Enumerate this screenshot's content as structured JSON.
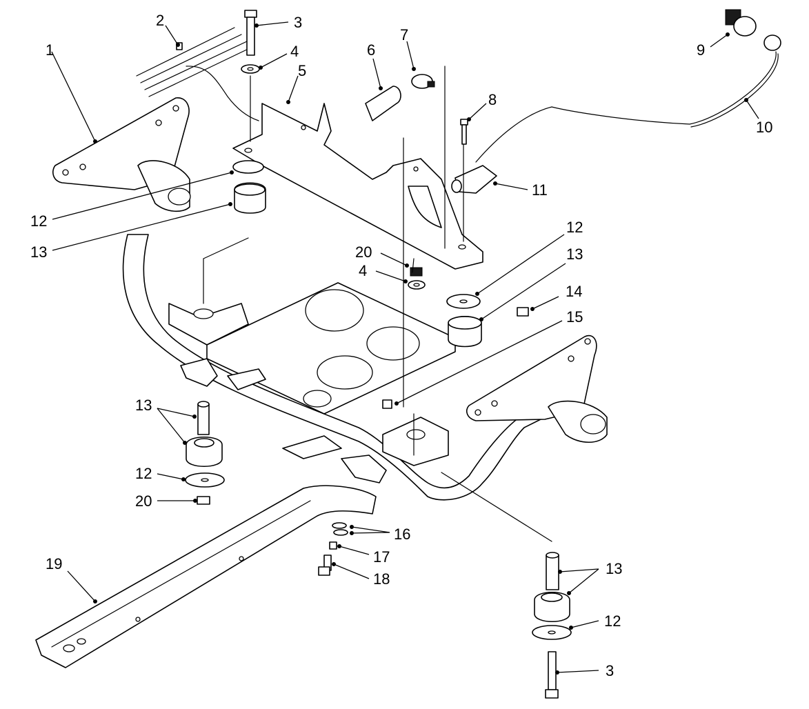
{
  "callouts": [
    {
      "id": "c1",
      "text": "1"
    },
    {
      "id": "c2",
      "text": "2"
    },
    {
      "id": "c3a",
      "text": "3"
    },
    {
      "id": "c4a",
      "text": "4"
    },
    {
      "id": "c5",
      "text": "5"
    },
    {
      "id": "c6",
      "text": "6"
    },
    {
      "id": "c7",
      "text": "7"
    },
    {
      "id": "c8",
      "text": "8"
    },
    {
      "id": "c9",
      "text": "9"
    },
    {
      "id": "c10",
      "text": "10"
    },
    {
      "id": "c11",
      "text": "11"
    },
    {
      "id": "c12a",
      "text": "12"
    },
    {
      "id": "c13a",
      "text": "13"
    },
    {
      "id": "c12b",
      "text": "12"
    },
    {
      "id": "c13b",
      "text": "13"
    },
    {
      "id": "c20a",
      "text": "20"
    },
    {
      "id": "c4b",
      "text": "4"
    },
    {
      "id": "c14",
      "text": "14"
    },
    {
      "id": "c15",
      "text": "15"
    },
    {
      "id": "c13c",
      "text": "13"
    },
    {
      "id": "c12c",
      "text": "12"
    },
    {
      "id": "c20b",
      "text": "20"
    },
    {
      "id": "c16",
      "text": "16"
    },
    {
      "id": "c17",
      "text": "17"
    },
    {
      "id": "c18",
      "text": "18"
    },
    {
      "id": "c19",
      "text": "19"
    },
    {
      "id": "c13d",
      "text": "13"
    },
    {
      "id": "c12d",
      "text": "12"
    },
    {
      "id": "c3b",
      "text": "3"
    }
  ],
  "colors": {
    "line": "#000000",
    "background": "#ffffff"
  }
}
